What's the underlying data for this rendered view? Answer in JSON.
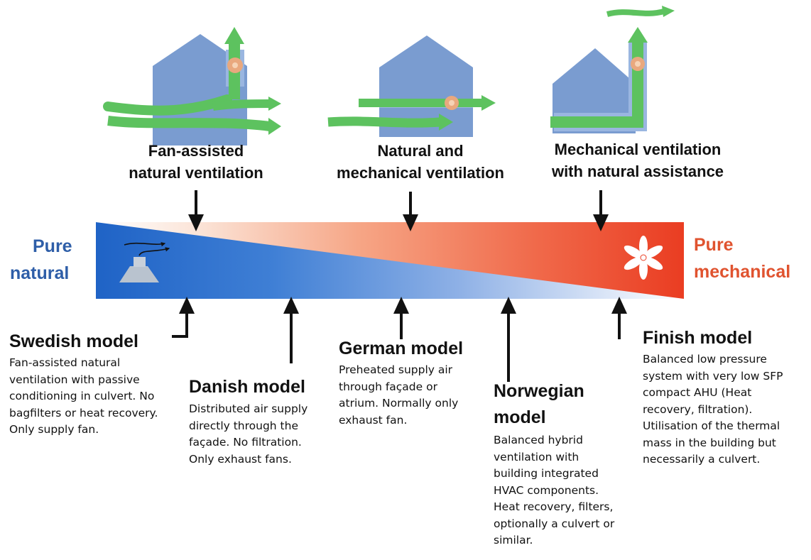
{
  "colors": {
    "house": "#7a9cd0",
    "air": "#5dc25f",
    "natural_end": "#1e63c5",
    "mechanical_end": "#ee3d24",
    "arrow": "#111111"
  },
  "ends": {
    "left": [
      "Pure",
      "natural"
    ],
    "right": [
      "Pure",
      "mechanical"
    ]
  },
  "top_labels": [
    [
      "Fan-assisted",
      "natural ventilation"
    ],
    [
      "Natural and",
      "mechanical ventilation"
    ],
    [
      "Mechanical ventilation",
      "with natural assistance"
    ]
  ],
  "models": [
    {
      "title": [
        "Swedish model"
      ],
      "desc": [
        "Fan-assisted natural",
        "ventilation with passive",
        "conditioning in culvert. No",
        "bagfilters or heat recovery.",
        "Only supply fan."
      ]
    },
    {
      "title": [
        "Danish model"
      ],
      "desc": [
        "Distributed air supply",
        "directly through the",
        "façade. No filtration.",
        "Only exhaust fans."
      ]
    },
    {
      "title": [
        "German model"
      ],
      "desc": [
        "Preheated supply air",
        "through façade or",
        "atrium. Normally only",
        "exhaust fan."
      ]
    },
    {
      "title": [
        "Norwegian",
        "model"
      ],
      "desc": [
        "Balanced hybrid",
        "ventilation with",
        "building integrated",
        "HVAC components.",
        "Heat recovery, filters,",
        "optionally a culvert or",
        "similar."
      ]
    },
    {
      "title": [
        "Finish model"
      ],
      "desc": [
        "Balanced low pressure",
        "system with very low SFP",
        "compact AHU (Heat",
        "recovery, filtration).",
        "Utilisation of the thermal",
        "mass in the building but",
        "necessarily a culvert."
      ]
    }
  ]
}
